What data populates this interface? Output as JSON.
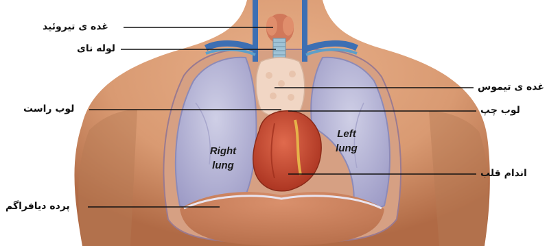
{
  "labels": {
    "thyroid": "غده ی تیروئید",
    "trachea": "لوله نای",
    "thymus": "غده ی تیموس",
    "right_lobe": "لوب راست",
    "left_lobe": "لوب چپ",
    "heart": "اندام قلب",
    "diaphragm": "پرده دیافراگم"
  },
  "organ_labels": {
    "right_lung_line1": "Right",
    "right_lung_line2": "lung",
    "left_lung_line1": "Left",
    "left_lung_line2": "lung"
  },
  "colors": {
    "skin": "#d99a72",
    "skin_shadow": "#b9714a",
    "lung": "#b8b7d6",
    "lung_edge": "#8c8ab8",
    "heart": "#c9442c",
    "thymus": "#f1d6c4",
    "diaphragm": "#c98a6c",
    "vessel_blue": "#3d6fb3",
    "leader_line": "#111111"
  }
}
